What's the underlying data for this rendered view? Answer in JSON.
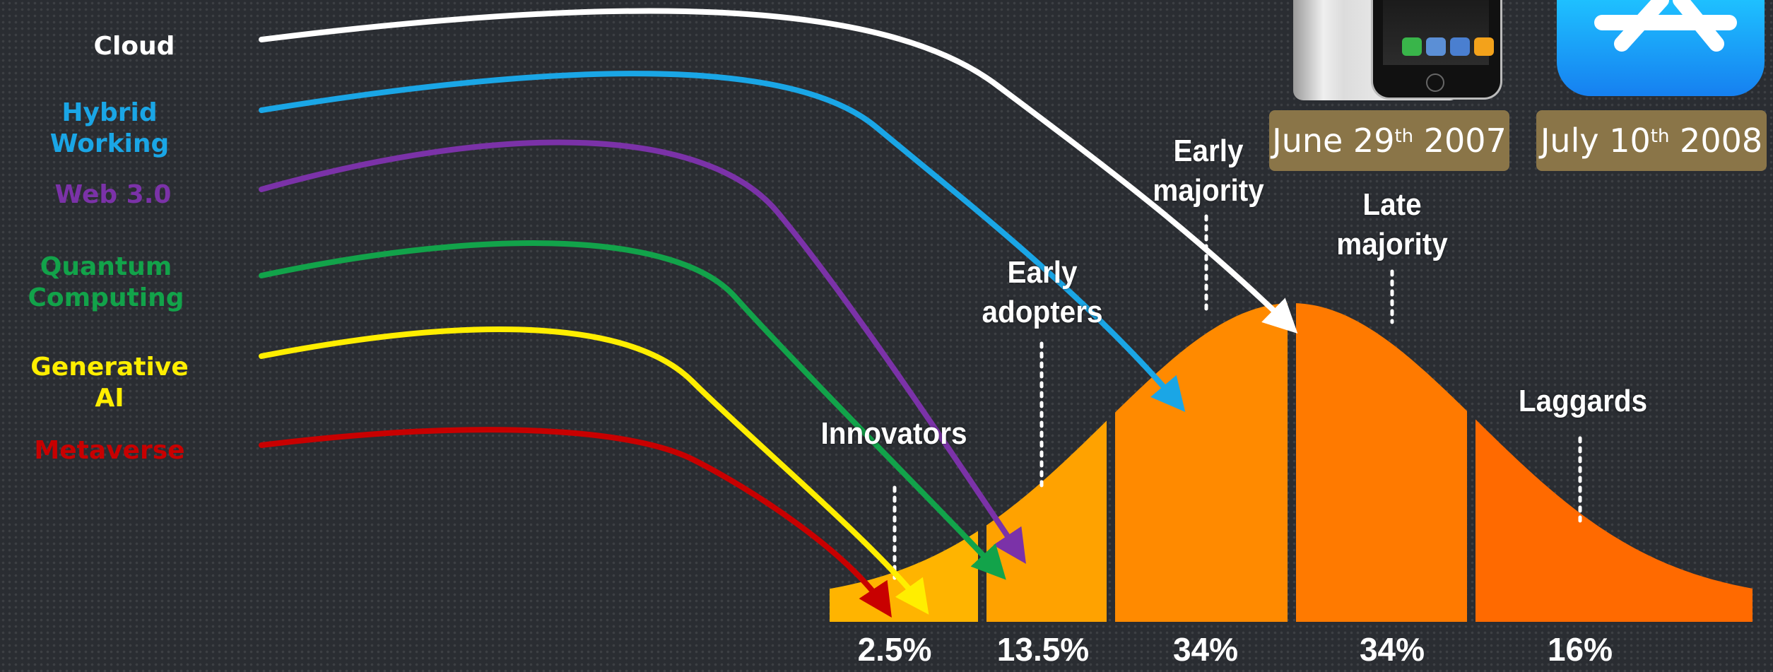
{
  "technologies": [
    {
      "label": "Cloud",
      "color": "#ffffff"
    },
    {
      "label": "Hybrid Working",
      "color": "#1aa6e6"
    },
    {
      "label": "Web 3.0",
      "color": "#7b32a8"
    },
    {
      "label": "Quantum\nComputing",
      "color": "#12a34a"
    },
    {
      "label": "Generative\nAI",
      "color": "#ffee00"
    },
    {
      "label": "Metaverse",
      "color": "#c80000"
    }
  ],
  "adoption_segments": [
    {
      "label": "Innovators",
      "percent": "2.5%",
      "color": "#ffb400"
    },
    {
      "label": "Early\nadopters",
      "percent": "13.5%",
      "color": "#ffa200"
    },
    {
      "label": "Early\nmajority",
      "percent": "34%",
      "color": "#ff8a00"
    },
    {
      "label": "Late\nmajority",
      "percent": "34%",
      "color": "#ff7a00"
    },
    {
      "label": "Laggards",
      "percent": "16%",
      "color": "#ff6a00"
    }
  ],
  "milestones": [
    {
      "date_main": "June 29",
      "date_sup": "th",
      "year": " 2007",
      "icon": "iphone-image"
    },
    {
      "date_main": "July 10",
      "date_sup": "th",
      "year": " 2008",
      "icon": "app-store-icon"
    }
  ]
}
